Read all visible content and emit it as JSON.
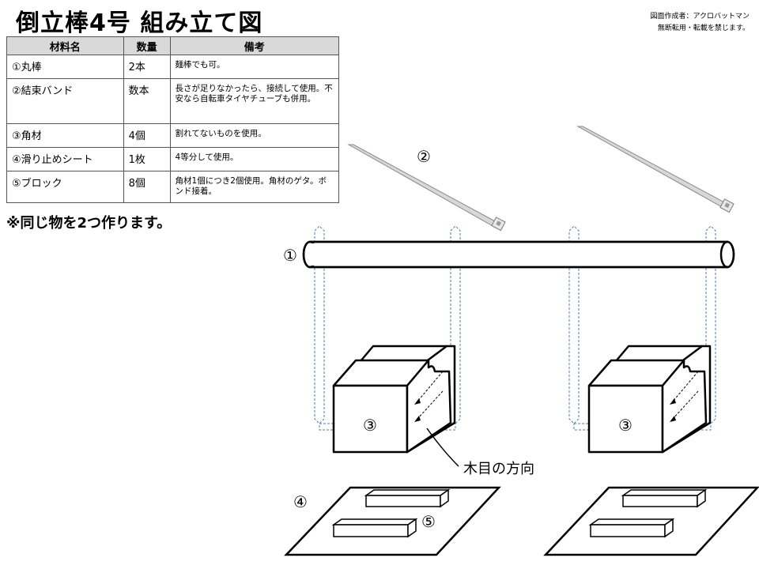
{
  "title": "倒立棒4号 組み立て図",
  "credit": {
    "author": "図面作成者：アクロバットマン",
    "notice": "無断転用・転載を禁じます。"
  },
  "table": {
    "headers": [
      "材料名",
      "数量",
      "備考"
    ],
    "rows": [
      {
        "name": "①丸棒",
        "qty": "2本",
        "note": "麺棒でも可。"
      },
      {
        "name": "②結束バンド",
        "qty": "数本",
        "note": "長さが足りなかったら、接続して使用。不安なら自転車タイヤチューブも併用。"
      },
      {
        "name": "③角材",
        "qty": "4個",
        "note": "割れてないものを使用。"
      },
      {
        "name": "④滑り止めシート",
        "qty": "1枚",
        "note": "4等分して使用。"
      },
      {
        "name": "⑤ブロック",
        "qty": "8個",
        "note": "角材1個につき2個使用。角材のゲタ。ボンド接着。"
      }
    ]
  },
  "footnote": "※同じ物を2つ作ります。",
  "labels": {
    "rod": "①",
    "cable_tie": "②",
    "block_left": "③",
    "block_right": "③",
    "sheet": "④",
    "small_block": "⑤",
    "grain": "木目の方向"
  }
}
